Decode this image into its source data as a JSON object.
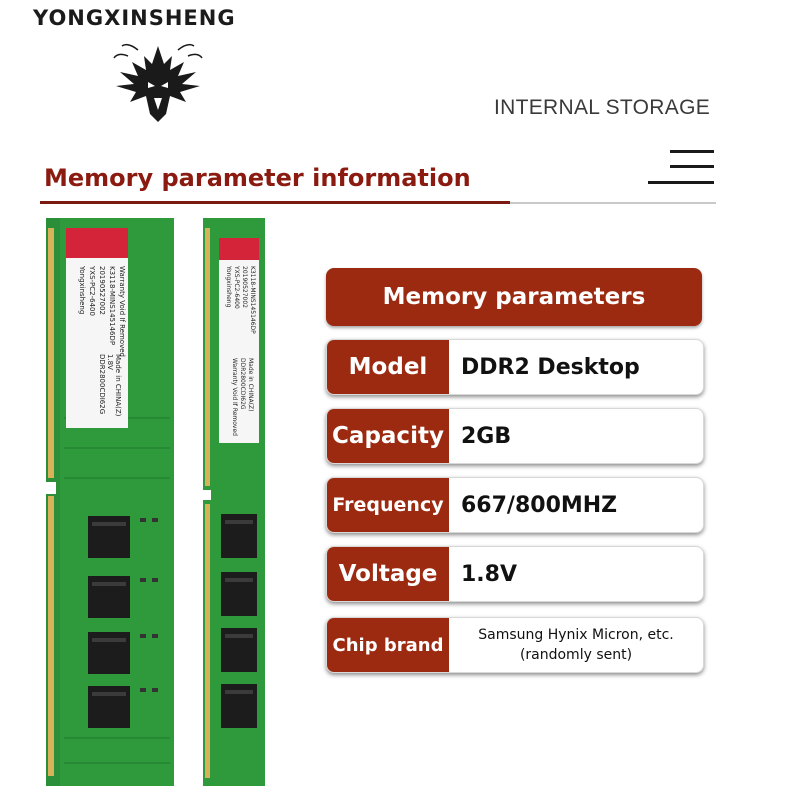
{
  "brand": "YONGXINSHENG",
  "category": "INTERNAL STORAGE",
  "section_title": "Memory parameter information",
  "params_header": "Memory parameters",
  "params": [
    {
      "label": "Model",
      "value": "DDR2 Desktop"
    },
    {
      "label": "Capacity",
      "value": "2GB"
    },
    {
      "label": "Frequency",
      "value": "667/800MHZ"
    },
    {
      "label": "Voltage",
      "value": "1.8V"
    },
    {
      "label": "Chip brand",
      "value_line1": "Samsung Hynix Micron, etc.",
      "value_line2": "(randomly sent)"
    }
  ],
  "sticker": {
    "line1": "Yongxinsheng",
    "line2": "YXS-PC2-6400",
    "line3": "20190527002",
    "line4": "K3118-MINS145146DP",
    "line5": "Warranty Void If Removed",
    "line6": "DDR2800CDI62G",
    "line7": "1.8V",
    "line8": "Made in CHINA(Z)"
  },
  "colors": {
    "accent": "#9c2a10",
    "heading": "#8b1a10",
    "pcb": "#2e9a3c",
    "chip": "#1c1c1c",
    "sticker_top": "#d3243a"
  },
  "icons": [
    "dragon-logo-icon",
    "hamburger-menu-icon"
  ]
}
